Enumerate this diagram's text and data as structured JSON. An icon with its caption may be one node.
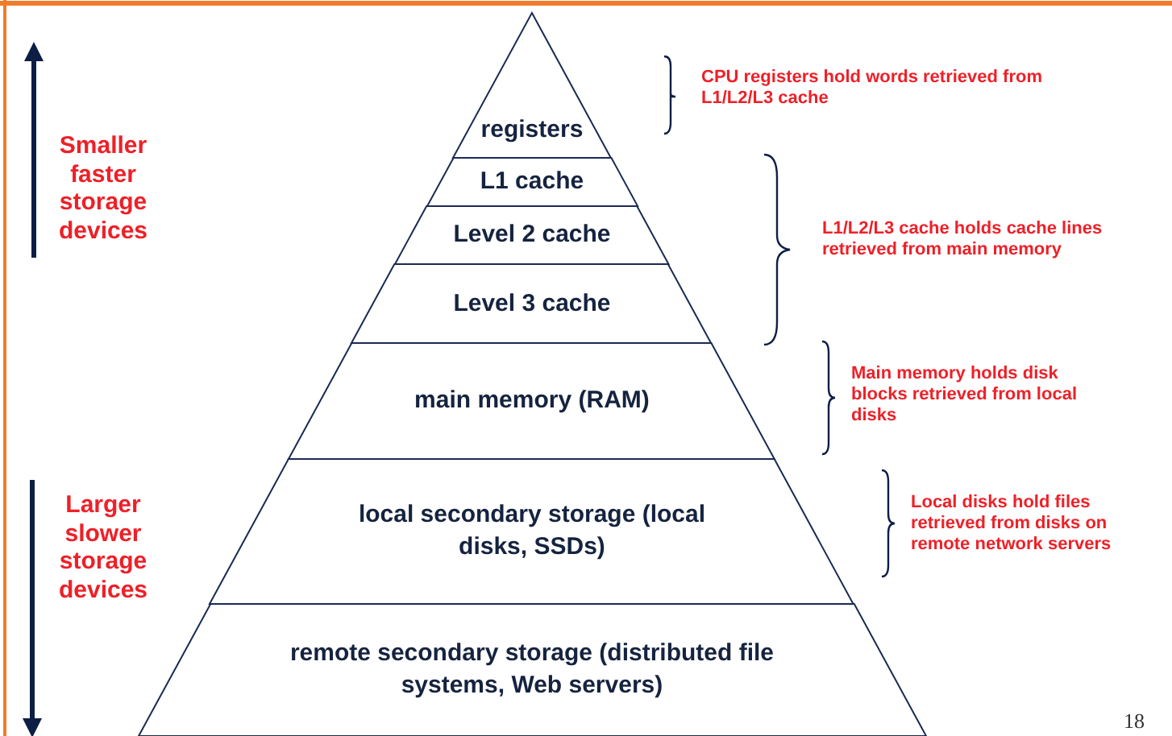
{
  "diagram": {
    "nodes": [
      {
        "text": [
          "registers"
        ]
      },
      {
        "text": [
          "L1 cache"
        ]
      },
      {
        "text": [
          "Level 2 cache"
        ]
      },
      {
        "text": [
          "Level 3 cache"
        ]
      },
      {
        "text": [
          "main memory (RAM)"
        ]
      },
      {
        "text": [
          "local secondary storage (local disks, SSDs)"
        ]
      },
      {
        "text": [
          "remote secondary storage (distributed file systems, Web servers)"
        ]
      }
    ],
    "labels": [
      "Smaller faster storage devices",
      "CPU registers hold words retrieved from L1/L2/L3 cache",
      "L1/L2/L3 cache holds cache lines retrieved from main memory",
      "Main memory holds disk blocks retrieved from local disks",
      "Larger slower storage devices",
      "Local disks hold files retrieved from disks on remote network servers",
      "18"
    ]
  }
}
